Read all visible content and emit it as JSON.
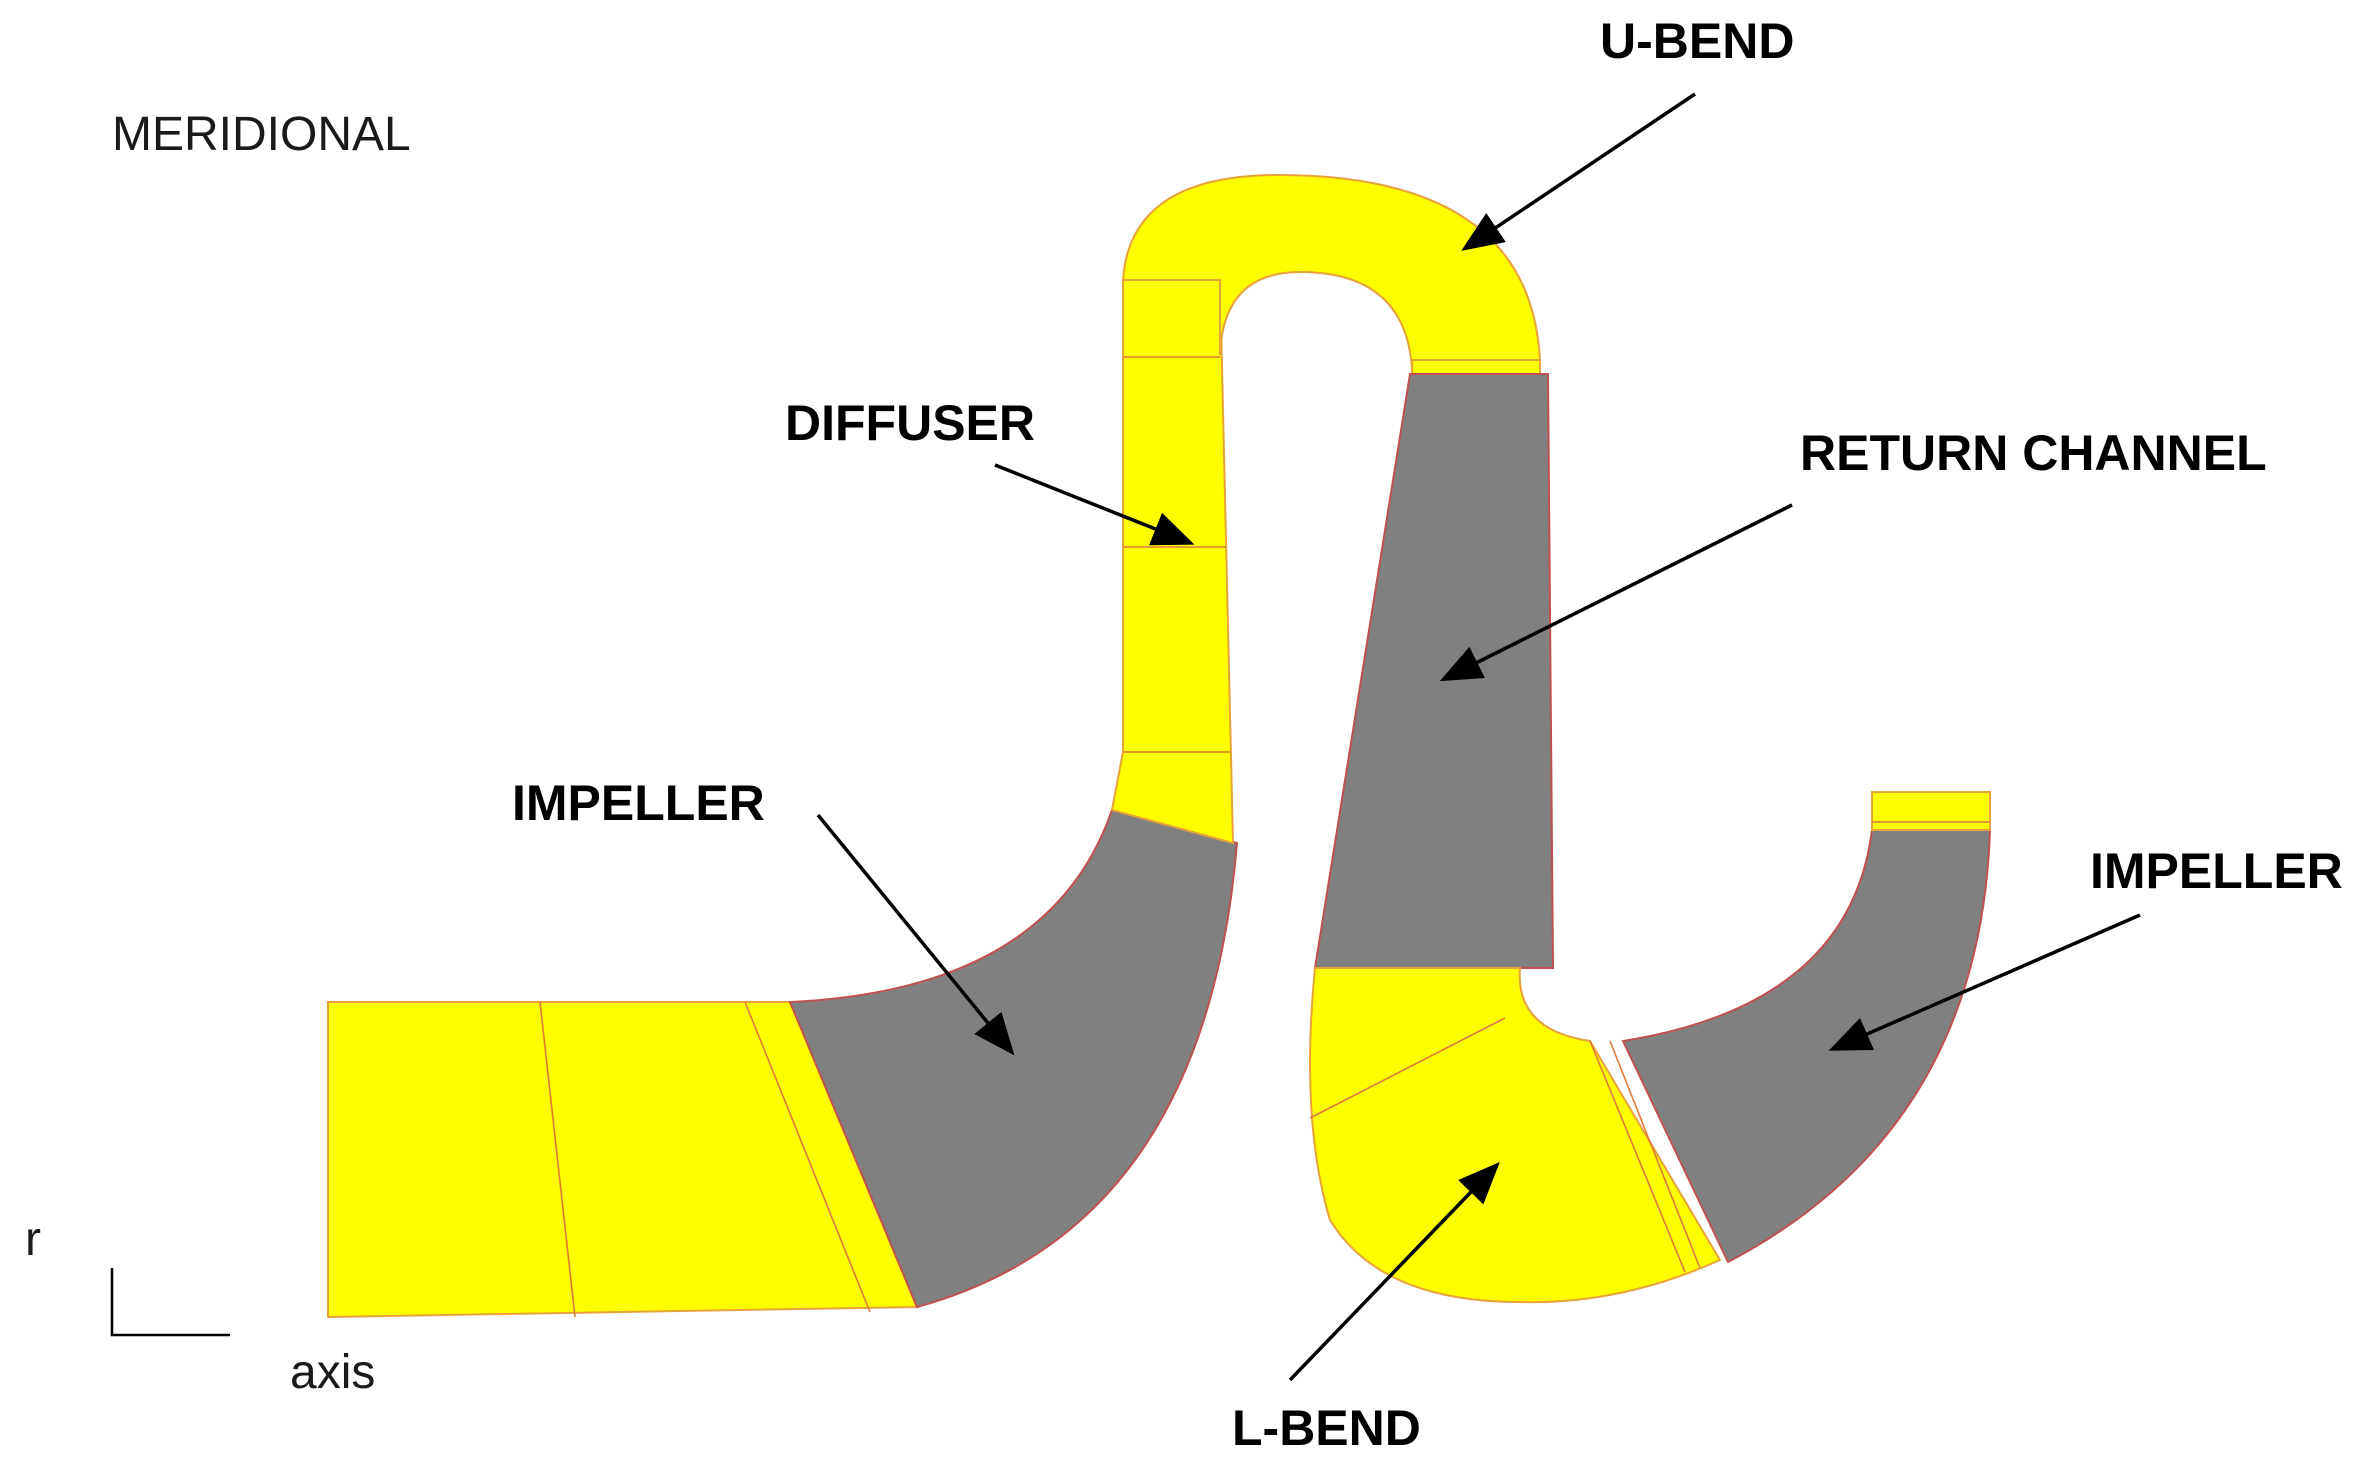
{
  "view_title": "MERIDIONAL",
  "axis": {
    "radial_label": "r",
    "axial_label": "axis"
  },
  "colors": {
    "stationary_component": "#ffff00",
    "rotating_component": "#808080",
    "outline": "#e8a23a",
    "arrow": "#000000"
  },
  "labels": {
    "u_bend": "U-BEND",
    "diffuser": "DIFFUSER",
    "return_channel": "RETURN CHANNEL",
    "impeller_first": "IMPELLER",
    "impeller_second": "IMPELLER",
    "l_bend": "L-BEND"
  }
}
